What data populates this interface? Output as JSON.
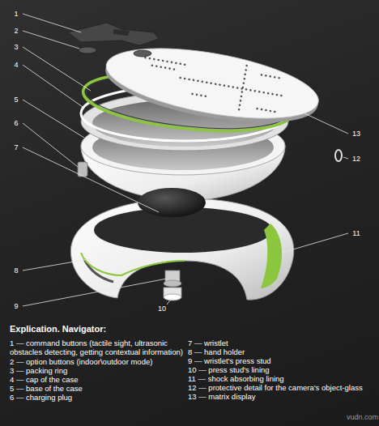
{
  "diagram": {
    "title": "Explication. Navigator:",
    "labels": [
      "1",
      "2",
      "3",
      "4",
      "5",
      "6",
      "7",
      "8",
      "9",
      "10",
      "11",
      "12",
      "13",
      "1 — command buttons (tactile sight, ultrasonic obstacles detecting, getting contextual information)",
      "2 — option buttons (indoor\\outdoor mode)",
      "3 — packing ring",
      "4 — cap of the case",
      "5 — base of the case",
      "6 — charging plug",
      "7 — wristlet",
      "8 — hand holder",
      "9 — wristlet's press stud",
      "10 — press stud's lining",
      "11 — shock absorbing lining",
      "12 — protective detail for the camera's object-glass",
      "13 — matrix display",
      "vudn.com"
    ]
  }
}
